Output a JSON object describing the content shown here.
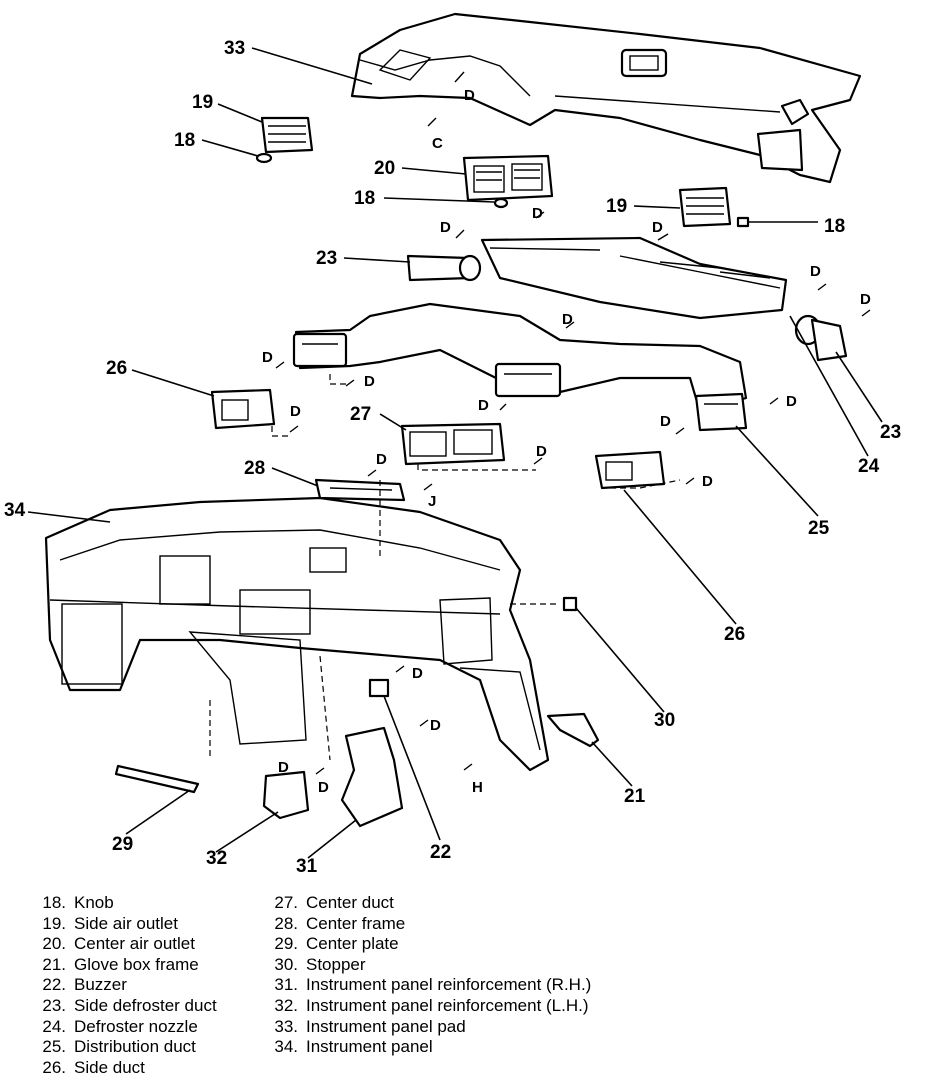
{
  "callouts": [
    {
      "id": "33",
      "label": "33"
    },
    {
      "id": "19a",
      "label": "19"
    },
    {
      "id": "18a",
      "label": "18"
    },
    {
      "id": "20",
      "label": "20"
    },
    {
      "id": "18b",
      "label": "18"
    },
    {
      "id": "19b",
      "label": "19"
    },
    {
      "id": "18c",
      "label": "18"
    },
    {
      "id": "23a",
      "label": "23"
    },
    {
      "id": "26a",
      "label": "26"
    },
    {
      "id": "27",
      "label": "27"
    },
    {
      "id": "28",
      "label": "28"
    },
    {
      "id": "34",
      "label": "34"
    },
    {
      "id": "23b",
      "label": "23"
    },
    {
      "id": "24",
      "label": "24"
    },
    {
      "id": "25",
      "label": "25"
    },
    {
      "id": "26b",
      "label": "26"
    },
    {
      "id": "30",
      "label": "30"
    },
    {
      "id": "21",
      "label": "21"
    },
    {
      "id": "29",
      "label": "29"
    },
    {
      "id": "32",
      "label": "32"
    },
    {
      "id": "31",
      "label": "31"
    },
    {
      "id": "22",
      "label": "22"
    }
  ],
  "fastener_marks": {
    "d": "D",
    "c": "C",
    "j": "J",
    "h": "H"
  },
  "legend": {
    "left": [
      {
        "num": "18.",
        "name": "Knob"
      },
      {
        "num": "19.",
        "name": "Side air outlet"
      },
      {
        "num": "20.",
        "name": "Center air outlet"
      },
      {
        "num": "21.",
        "name": "Glove box frame"
      },
      {
        "num": "22.",
        "name": "Buzzer"
      },
      {
        "num": "23.",
        "name": "Side defroster duct"
      },
      {
        "num": "24.",
        "name": "Defroster nozzle"
      },
      {
        "num": "25.",
        "name": "Distribution duct"
      },
      {
        "num": "26.",
        "name": "Side duct"
      }
    ],
    "right": [
      {
        "num": "27.",
        "name": "Center duct"
      },
      {
        "num": "28.",
        "name": "Center frame"
      },
      {
        "num": "29.",
        "name": "Center plate"
      },
      {
        "num": "30.",
        "name": "Stopper"
      },
      {
        "num": "31.",
        "name": "Instrument panel reinforcement (R.H.)"
      },
      {
        "num": "32.",
        "name": "Instrument panel reinforcement (L.H.)"
      },
      {
        "num": "33.",
        "name": "Instrument panel pad"
      },
      {
        "num": "34.",
        "name": "Instrument panel"
      }
    ]
  }
}
